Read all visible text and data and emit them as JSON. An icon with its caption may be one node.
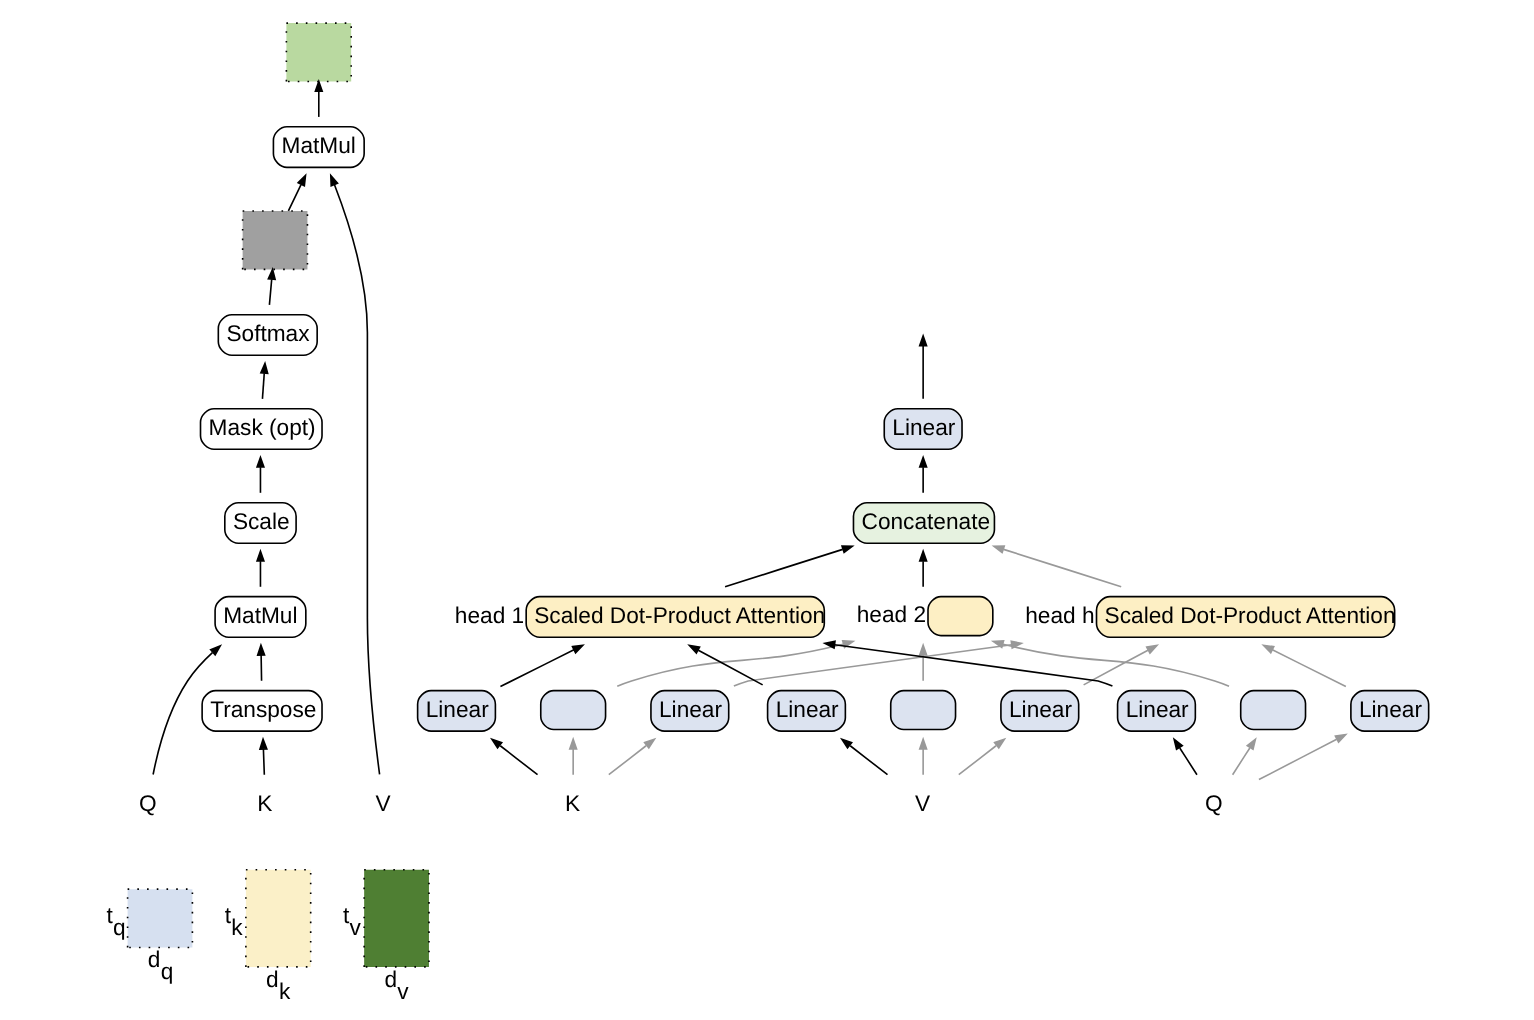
{
  "diagram": {
    "nodes": [
      {
        "text": [],
        "shape": "box"
      },
      {
        "text": [
          "MatMul"
        ]
      },
      {
        "text": [],
        "shape": "box"
      },
      {
        "text": [
          "Softmax"
        ]
      },
      {
        "text": [
          "Mask (opt)"
        ]
      },
      {
        "text": [
          "Scale"
        ]
      },
      {
        "text": [
          "MatMul"
        ]
      },
      {
        "text": [
          "Transpose"
        ]
      },
      {
        "text": [
          "Q"
        ]
      },
      {
        "text": [
          "K"
        ]
      },
      {
        "text": [
          "V"
        ]
      },
      {
        "text": [],
        "shape": "box",
        "beside": [
          "t$_{q}$",
          "d$_{q}$"
        ]
      },
      {
        "text": [],
        "shape": "box",
        "beside": [
          "t$_{k}$",
          "d$_{k}$"
        ]
      },
      {
        "text": [],
        "shape": "box",
        "beside": [
          "t$_{v}$",
          "d$_{v}$"
        ]
      },
      {
        "text": [
          "Linear"
        ]
      },
      {
        "text": [
          "Concatenate"
        ]
      },
      {
        "text": [
          "Scaled Dot-Product Attention"
        ],
        "beside": [
          "head h"
        ]
      },
      {
        "text": [],
        "shape": "box",
        "beside": [
          "head 2"
        ]
      },
      {
        "text": [
          "Scaled Dot-Product Attention"
        ],
        "beside": [
          "head 1"
        ]
      },
      {
        "text": [
          "Linear"
        ]
      },
      {
        "text": [],
        "shape": "box"
      },
      {
        "text": [
          "Linear"
        ]
      },
      {
        "text": [
          "Linear"
        ]
      },
      {
        "text": [],
        "shape": "box"
      },
      {
        "text": [
          "Linear"
        ]
      },
      {
        "text": [
          "Linear"
        ]
      },
      {
        "text": [],
        "shape": "box"
      },
      {
        "text": [
          "Linear"
        ]
      },
      {
        "text": [
          "K"
        ]
      },
      {
        "text": [
          "V"
        ]
      },
      {
        "text": [
          "Q"
        ]
      }
    ],
    "edges": [
      {
        "from": 8,
        "to": 6,
        "arrow": "to"
      },
      {
        "from": 9,
        "to": 7,
        "arrow": "to"
      },
      {
        "from": 7,
        "to": 6,
        "arrow": "to"
      },
      {
        "from": 6,
        "to": 5,
        "arrow": "to"
      },
      {
        "from": 5,
        "to": 4,
        "arrow": "to"
      },
      {
        "from": 4,
        "to": 3,
        "arrow": "to"
      },
      {
        "from": 3,
        "to": 2,
        "arrow": "to"
      },
      {
        "from": 2,
        "to": 1,
        "arrow": "to"
      },
      {
        "from": 10,
        "to": 1,
        "arrow": "to"
      },
      {
        "from": 1,
        "to": 0,
        "arrow": "to"
      },
      {
        "from": 28,
        "to": 21,
        "arrow": "to"
      },
      {
        "from": 28,
        "to": 20,
        "arrow": "to",
        "color": "#999999"
      },
      {
        "from": 28,
        "to": 19,
        "arrow": "to",
        "color": "#999999"
      },
      {
        "from": 29,
        "to": 24,
        "arrow": "to"
      },
      {
        "from": 29,
        "to": 23,
        "arrow": "to",
        "color": "#999999"
      },
      {
        "from": 29,
        "to": 22,
        "arrow": "to",
        "color": "#999999"
      },
      {
        "from": 30,
        "to": 27,
        "arrow": "to"
      },
      {
        "from": 30,
        "to": 26,
        "arrow": "to",
        "color": "#999999"
      },
      {
        "from": 30,
        "to": 25,
        "arrow": "to",
        "color": "#999999"
      },
      {
        "from": 21,
        "to": 18,
        "arrow": "to"
      },
      {
        "from": 20,
        "to": 17,
        "arrow": "to",
        "color": "#999999"
      },
      {
        "from": 19,
        "to": 16,
        "arrow": "to",
        "color": "#999999"
      },
      {
        "from": 24,
        "to": 18,
        "arrow": "to"
      },
      {
        "from": 23,
        "to": 17,
        "arrow": "to",
        "color": "#999999"
      },
      {
        "from": 22,
        "to": 16,
        "arrow": "to",
        "color": "#999999"
      },
      {
        "from": 27,
        "to": 18,
        "arrow": "to"
      },
      {
        "from": 26,
        "to": 17,
        "arrow": "to",
        "color": "#999999"
      },
      {
        "from": 25,
        "to": 16,
        "arrow": "to",
        "color": "#999999"
      },
      {
        "from": 18,
        "to": 15,
        "arrow": "to"
      },
      {
        "from": 17,
        "to": 15,
        "arrow": "to"
      },
      {
        "from": 16,
        "to": 15,
        "arrow": "to",
        "color": "#999999"
      },
      {
        "from": 15,
        "to": 14,
        "arrow": "to"
      },
      {
        "from": 14,
        "to": null,
        "arrow": "to"
      }
    ]
  }
}
